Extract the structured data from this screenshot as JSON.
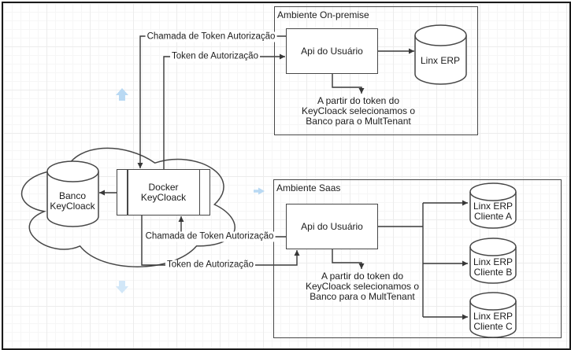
{
  "cloud": {
    "banco_db": {
      "line1": "Banco",
      "line2": "KeyCloack"
    },
    "docker": {
      "line1": "Docker",
      "line2": "KeyCloack"
    }
  },
  "onprem": {
    "title": "Ambiente On-premise",
    "api_label": "Api do Usuário",
    "erp_label": "Linx ERP",
    "note": {
      "l1": "A partir do token do",
      "l2": "KeyCloack selecionamos o",
      "l3": "Banco para o MultTenant"
    }
  },
  "saas": {
    "title": "Ambiente Saas",
    "api_label": "Api do Usuário",
    "note": {
      "l1": "A partir do token do",
      "l2": "KeyCloack selecionamos o",
      "l3": "Banco para o MultTenant"
    },
    "erps": [
      {
        "l1": "Linx ERP",
        "l2": "Cliente A"
      },
      {
        "l1": "Linx ERP",
        "l2": "Cliente B"
      },
      {
        "l1": "Linx ERP",
        "l2": "Cliente C"
      }
    ]
  },
  "edges": {
    "chamada_onprem": "Chamada de Token Autorização",
    "token_onprem": "Token de Autorização",
    "chamada_saas": "Chamada de Token Autorização",
    "token_saas": "Token de Autorização"
  },
  "colors": {
    "edge_stroke": "#383838",
    "node_stroke": "#474747",
    "hint_arrow": "#b9d9f3",
    "hint_arrow_faint": "#d2e7f8"
  }
}
